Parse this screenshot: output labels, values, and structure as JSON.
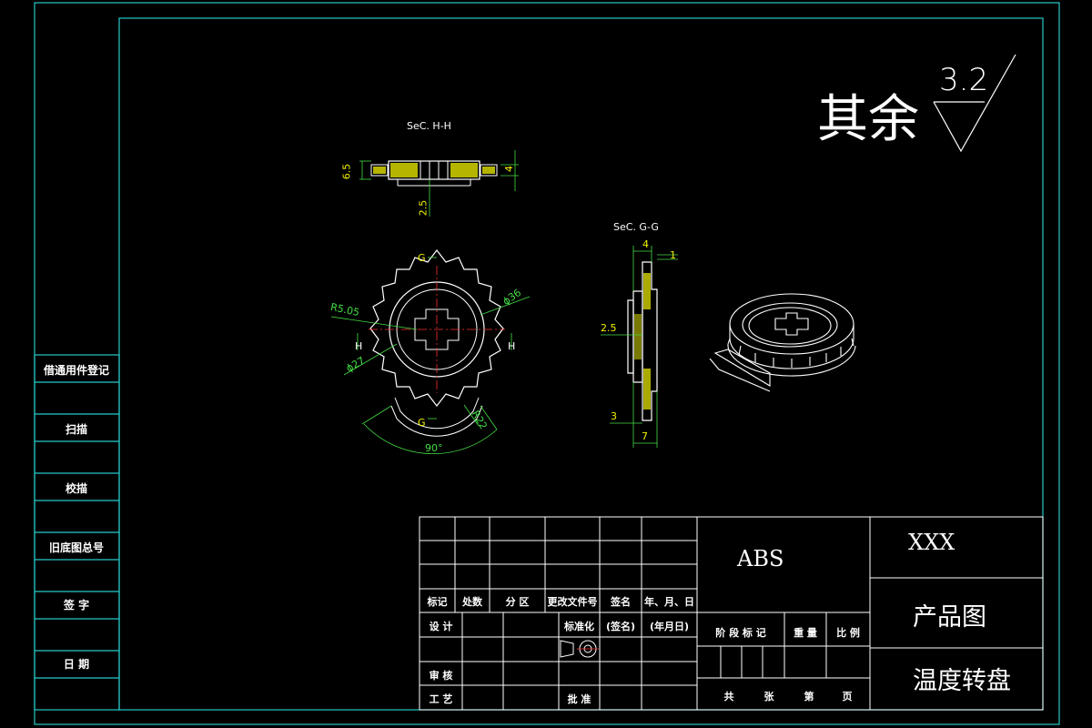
{
  "colors": {
    "frame": "#27c9c9",
    "part": "#ffffff",
    "hatch": "#f2f200",
    "dimension": "#44dd44",
    "center_line": "#ff3030"
  },
  "roughness": {
    "label": "其余",
    "value": "3.2"
  },
  "sections": {
    "hh": "SeC. H-H",
    "gg": "SeC. G-G"
  },
  "section_marks": {
    "g": "G",
    "h": "H"
  },
  "dimensions": {
    "hh_height": "6.5",
    "hh_thickness": "4",
    "hh_depth": "2.5",
    "radius_inner": "R5.05",
    "diameter_outer": "ϕ36",
    "diameter_inner": "ϕ27",
    "radius_arc": "R22",
    "angle": "90°",
    "gg_top_a": "4",
    "gg_top_b": "1",
    "gg_mid": "2.5",
    "gg_bottom": "3",
    "gg_width": "7"
  },
  "side_panel": [
    "借通用件登记",
    "扫描",
    "校描",
    "旧底图总号",
    "签 字",
    "日 期"
  ],
  "title_block": {
    "row_labels": [
      "标记",
      "处数",
      "分 区",
      "更改文件号",
      "签名",
      "年、月、日"
    ],
    "design": "设 计",
    "standardization": "标准化",
    "sign": "(签名)",
    "date": "(年月日)",
    "review": "审 核",
    "process": "工 艺",
    "approve": "批 准",
    "stage": "阶 段 标 记",
    "weight": "重 量",
    "scale": "比 例",
    "total": "共",
    "sheets": "张",
    "page_no": "第",
    "page": "页",
    "material": "ABS",
    "company": "XXX",
    "drawing_type": "产品图",
    "part_name": "温度转盘"
  }
}
